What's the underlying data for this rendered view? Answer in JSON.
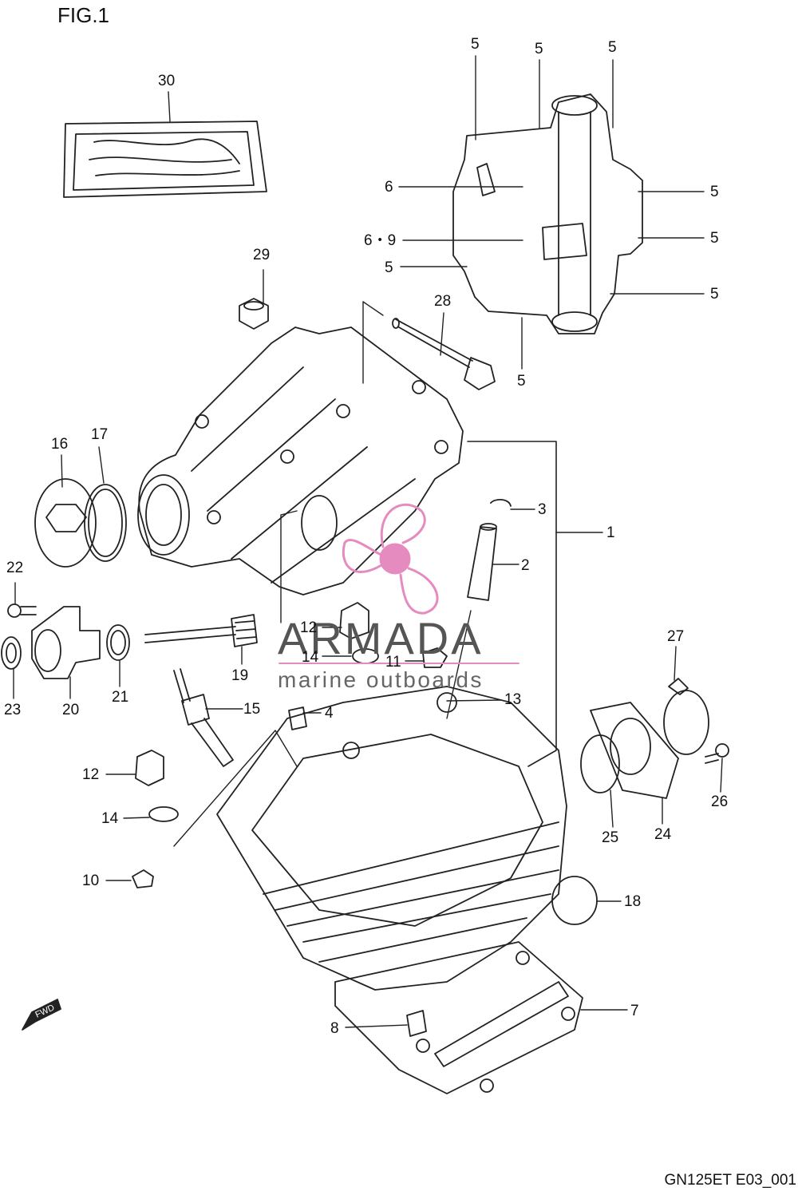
{
  "figure": {
    "title": "FIG.1",
    "code": "GN125ET E03_001"
  },
  "watermark": {
    "brand": "ARMADA",
    "tagline": "marine outboards",
    "accent": "#e58bc0",
    "text_color": "#555555"
  },
  "fwd_label": "FWD",
  "callouts": [
    {
      "id": "c30",
      "label": "30"
    },
    {
      "id": "c5a",
      "label": "5"
    },
    {
      "id": "c5b",
      "label": "5"
    },
    {
      "id": "c5c",
      "label": "5"
    },
    {
      "id": "c6",
      "label": "6"
    },
    {
      "id": "c5d",
      "label": "5"
    },
    {
      "id": "c69",
      "label": "6・9"
    },
    {
      "id": "c5e",
      "label": "5"
    },
    {
      "id": "c5f",
      "label": "5"
    },
    {
      "id": "c5g",
      "label": "5"
    },
    {
      "id": "c29",
      "label": "29"
    },
    {
      "id": "c28",
      "label": "28"
    },
    {
      "id": "c5h",
      "label": "5"
    },
    {
      "id": "c16",
      "label": "16"
    },
    {
      "id": "c17",
      "label": "17"
    },
    {
      "id": "c3",
      "label": "3"
    },
    {
      "id": "c1",
      "label": "1"
    },
    {
      "id": "c2",
      "label": "2"
    },
    {
      "id": "c22",
      "label": "22"
    },
    {
      "id": "c12a",
      "label": "12"
    },
    {
      "id": "c14a",
      "label": "14"
    },
    {
      "id": "c11",
      "label": "11"
    },
    {
      "id": "c19",
      "label": "19"
    },
    {
      "id": "c23",
      "label": "23"
    },
    {
      "id": "c20",
      "label": "20"
    },
    {
      "id": "c21",
      "label": "21"
    },
    {
      "id": "c13",
      "label": "13"
    },
    {
      "id": "c27",
      "label": "27"
    },
    {
      "id": "c15",
      "label": "15"
    },
    {
      "id": "c4",
      "label": "4"
    },
    {
      "id": "c12b",
      "label": "12"
    },
    {
      "id": "c14b",
      "label": "14"
    },
    {
      "id": "c26",
      "label": "26"
    },
    {
      "id": "c25",
      "label": "25"
    },
    {
      "id": "c24",
      "label": "24"
    },
    {
      "id": "c10",
      "label": "10"
    },
    {
      "id": "c18",
      "label": "18"
    },
    {
      "id": "c7",
      "label": "7"
    },
    {
      "id": "c8",
      "label": "8"
    }
  ]
}
